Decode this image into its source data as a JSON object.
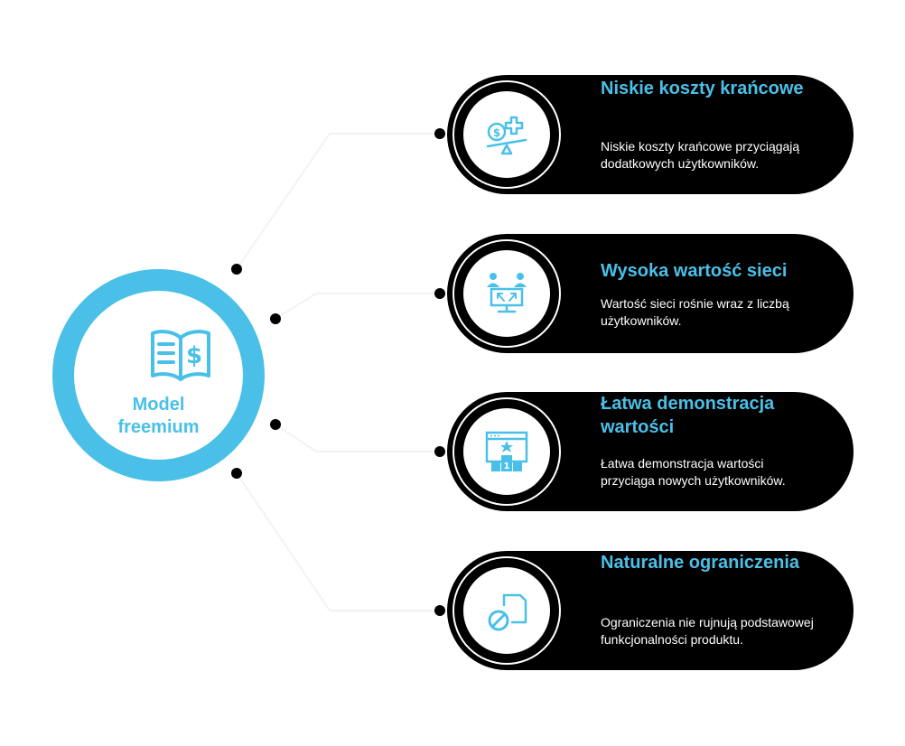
{
  "hub": {
    "title_line1": "Model",
    "title_line2": "freemium",
    "icon": "dollar-book-icon"
  },
  "colors": {
    "accent": "#4ac0e8",
    "card": "#000000",
    "connector": "#f2f2f2",
    "dot": "#000000",
    "text_light": "#ffffff"
  },
  "cards": [
    {
      "title": "Niskie koszty krańcowe",
      "description": "Niskie koszty krańcowe przyciągają dodatkowych użytkowników.",
      "icon": "dollar-scale-plus-icon"
    },
    {
      "title": "Wysoka wartość sieci",
      "description": "Wartość sieci rośnie wraz z liczbą użytkowników.",
      "icon": "network-users-icon"
    },
    {
      "title": "Łatwa demonstracja wartości",
      "description": "Łatwa demonstracja wartości przyciąga nowych użytkowników.",
      "icon": "star-podium-icon"
    },
    {
      "title": "Naturalne ograniczenia",
      "description": "Ograniczenia nie rujnują podstawowej funkcjonalności produktu.",
      "icon": "restriction-icon"
    }
  ]
}
